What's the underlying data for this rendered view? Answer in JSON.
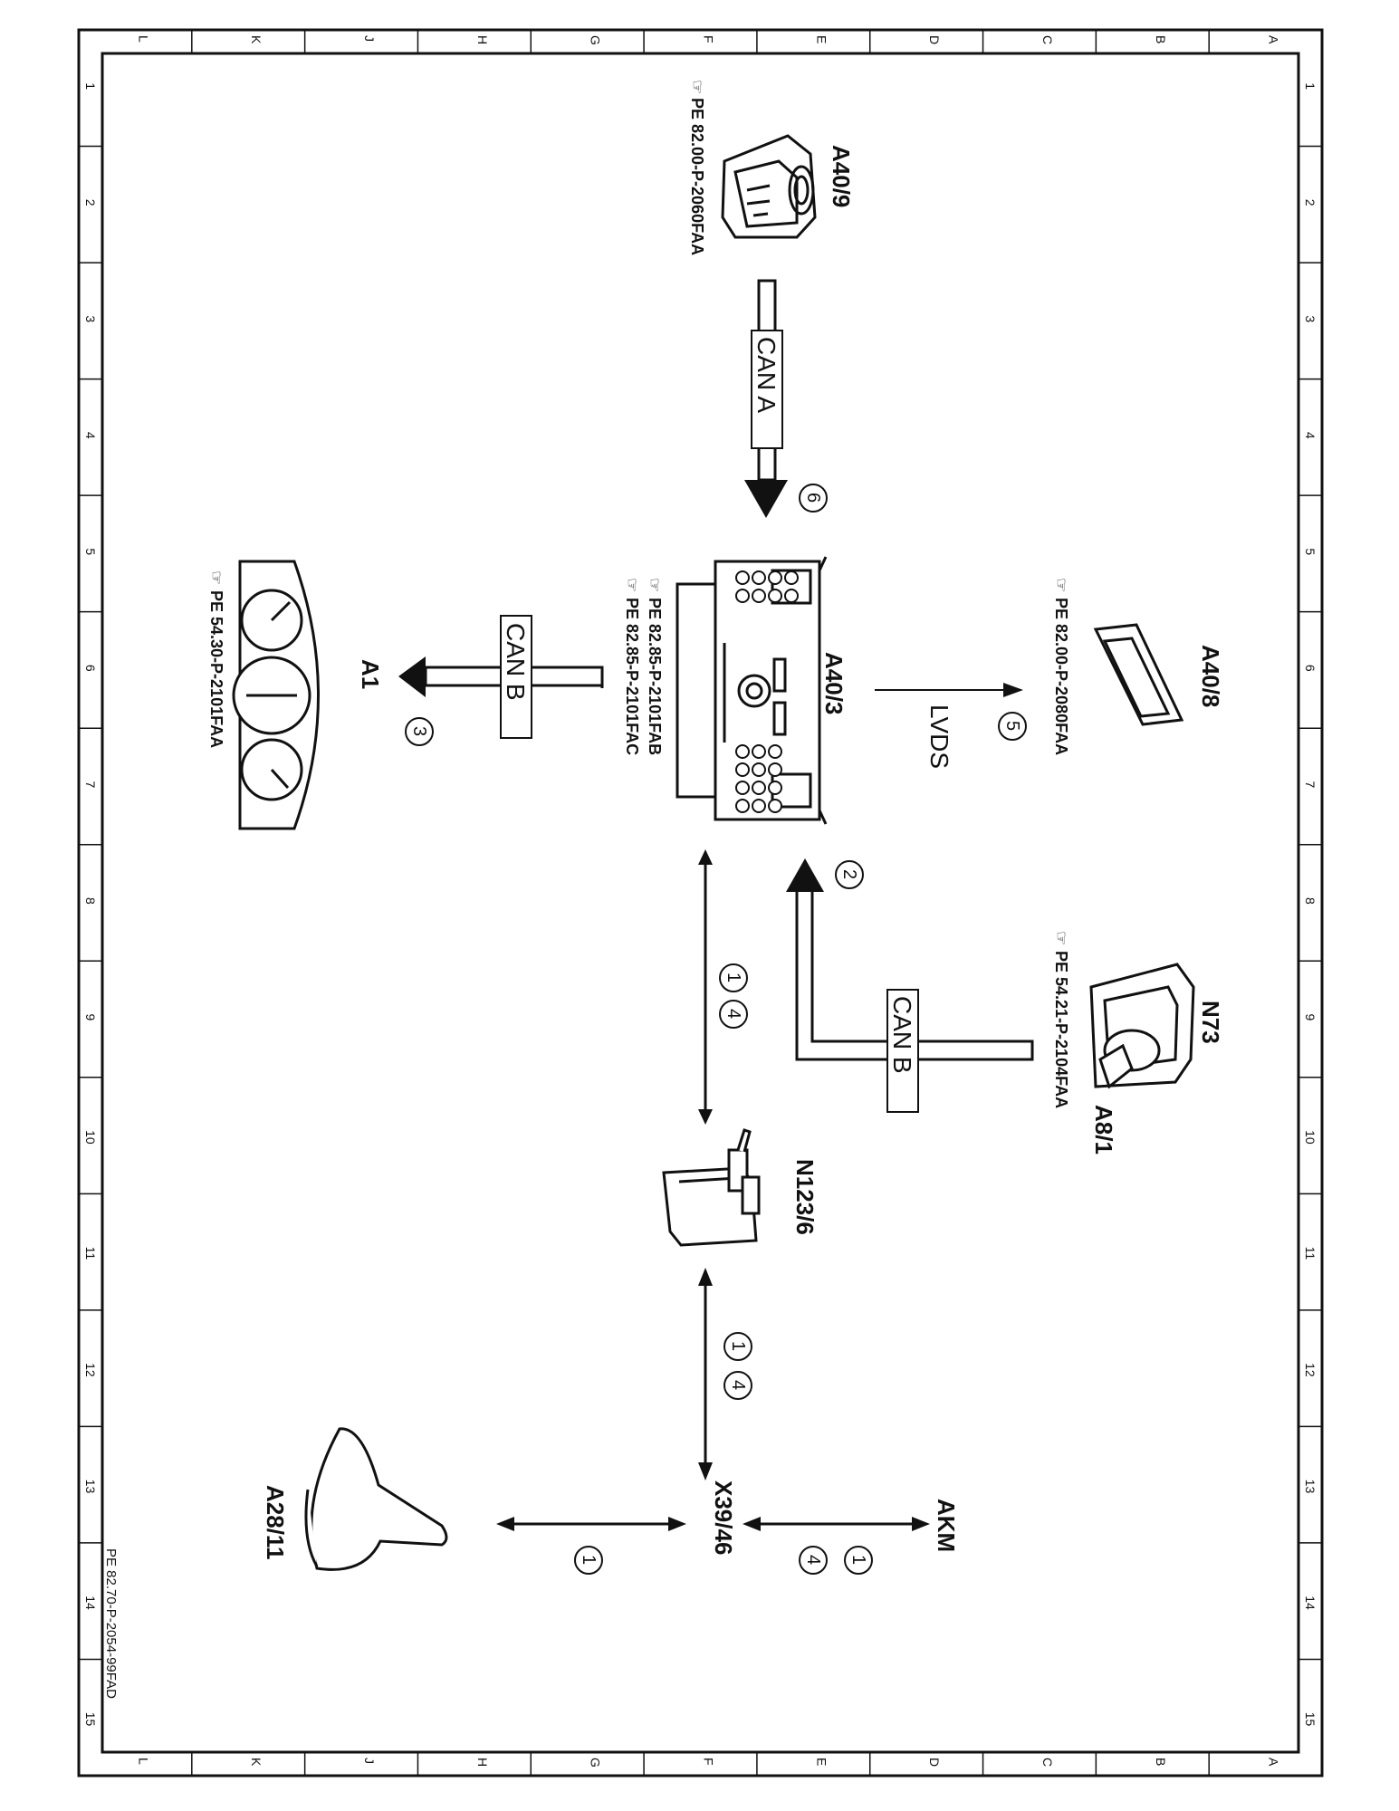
{
  "frame": {
    "letters": [
      "L",
      "K",
      "J",
      "H",
      "G",
      "F",
      "E",
      "D",
      "C",
      "B",
      "A"
    ],
    "numbers": [
      "1",
      "2",
      "3",
      "4",
      "5",
      "6",
      "7",
      "8",
      "9",
      "10",
      "11",
      "12",
      "13",
      "14",
      "15"
    ],
    "doc_id": "PE 82.70-P-2054-99FAD"
  },
  "components": {
    "a40_9": {
      "label": "A40/9",
      "ref": "PE 82.00-P-2060FAA"
    },
    "a40_3": {
      "label": "A40/3",
      "ref1": "PE 82.85-P-2101FAB",
      "ref2": "PE 82.85-P-2101FAC"
    },
    "a40_8": {
      "label": "A40/8",
      "ref": "PE 82.00-P-2080FAA"
    },
    "a1": {
      "label": "A1",
      "ref": "PE 54.30-P-2101FAA"
    },
    "n73": {
      "label": "N73",
      "sub": "A8/1",
      "ref": "PE 54.21-P-2104FAA"
    },
    "n123_6": {
      "label": "N123/6"
    },
    "x39_46": {
      "label": "X39/46"
    },
    "a28_11": {
      "label": "A28/11"
    },
    "akm": {
      "label": "AKM"
    }
  },
  "buses": {
    "can_a": "CAN A",
    "can_b_a1": "CAN B",
    "can_b_n73": "CAN B",
    "lvds": "LVDS"
  },
  "markers": {
    "m1": "1",
    "m2": "2",
    "m3": "3",
    "m4": "4",
    "m5": "5",
    "m6": "6"
  }
}
